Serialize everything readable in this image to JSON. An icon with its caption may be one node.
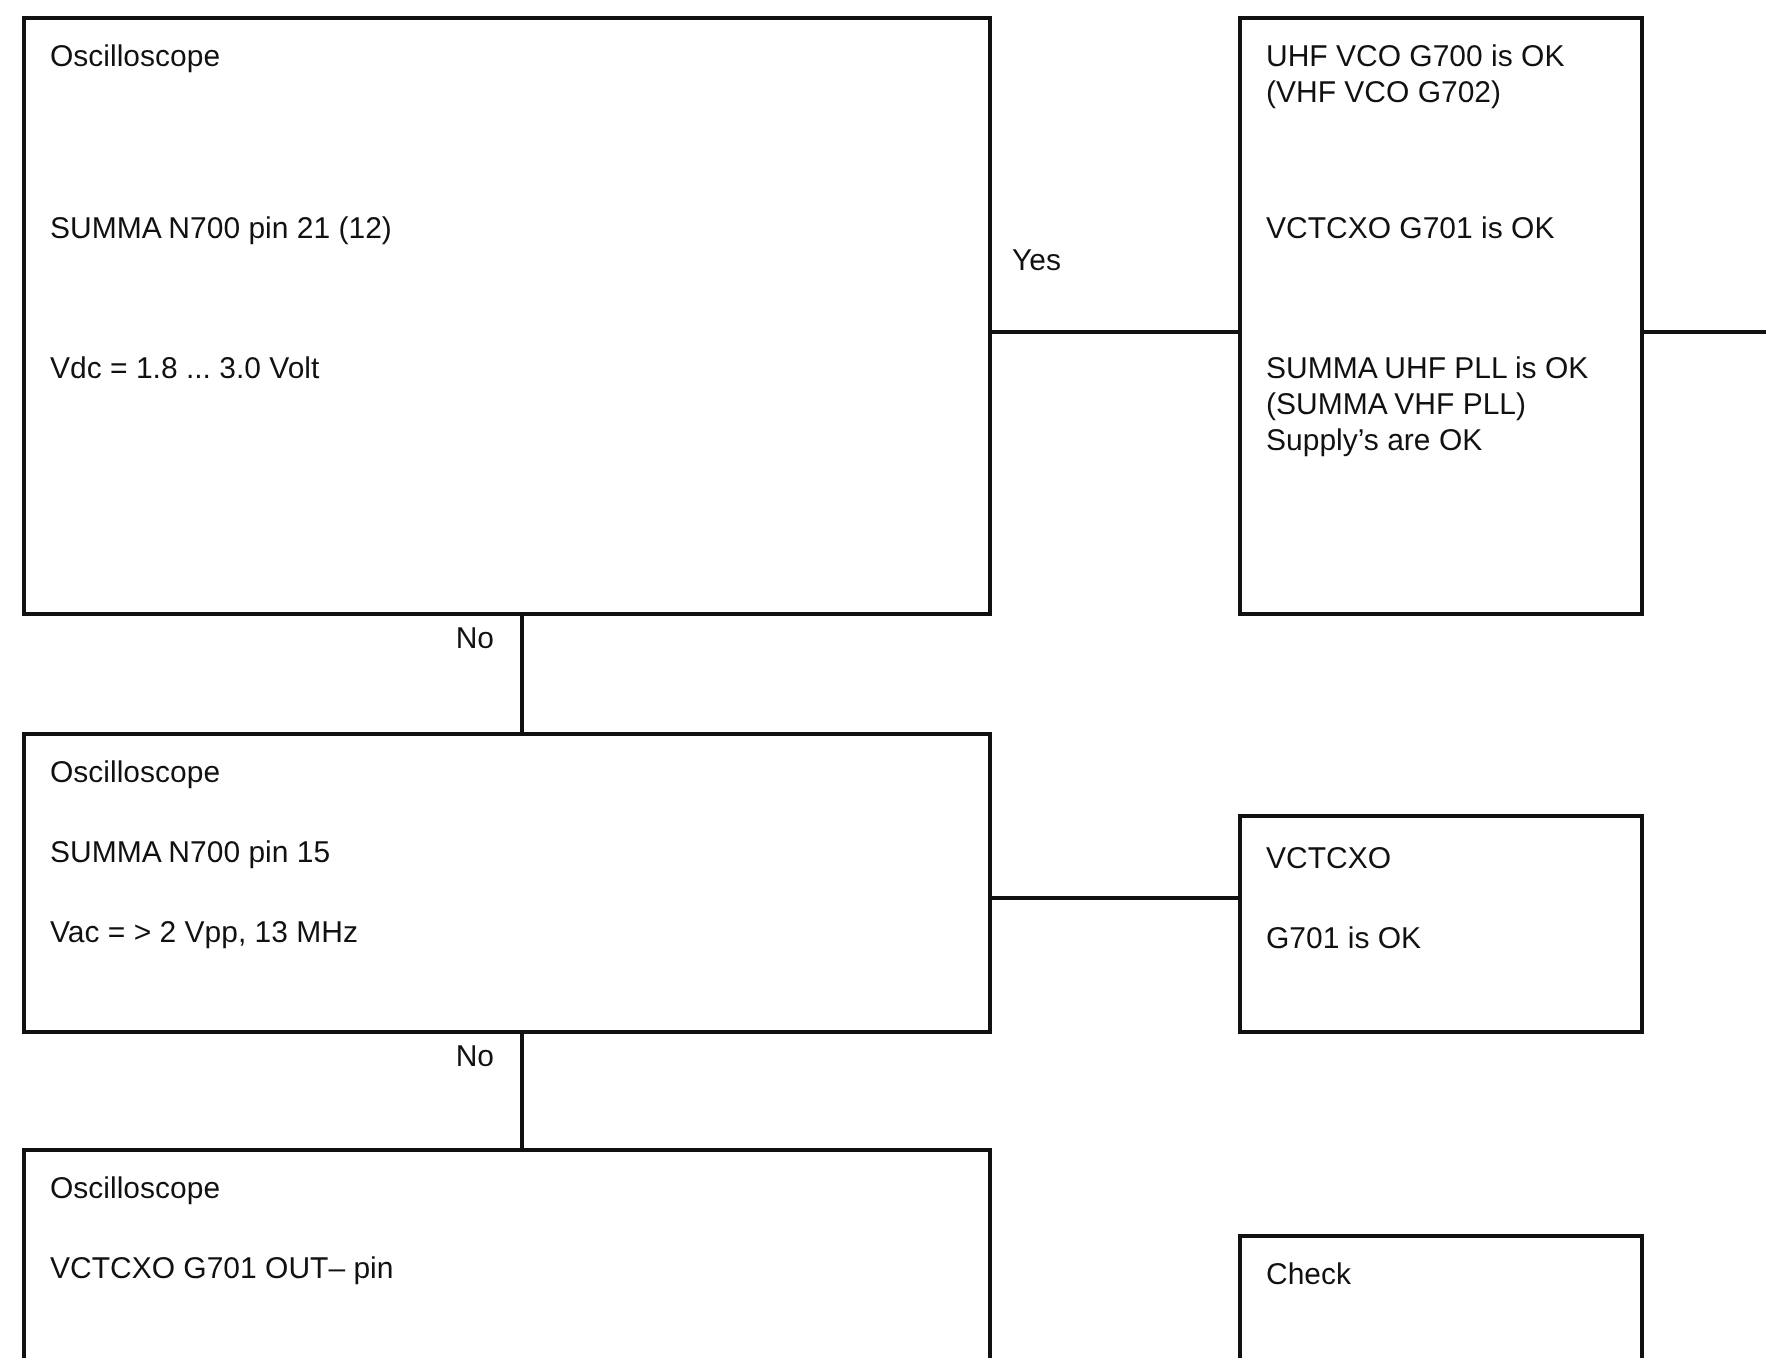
{
  "diagram": {
    "nodes": [
      {
        "text": [
          "Oscilloscope",
          "SUMMA N700 pin 21 (12)",
          "Vdc = 1.8 ... 3.0 Volt"
        ]
      },
      {
        "text": [
          "UHF VCO G700 is OK (VHF VCO G702)",
          "VCTCXO G701 is OK",
          "SUMMA UHF PLL is OK (SUMMA VHF PLL) Supply’s are OK"
        ]
      },
      {
        "text": [
          "Oscilloscope",
          "SUMMA N700 pin 15",
          "Vac = > 2 Vpp, 13 MHz"
        ]
      },
      {
        "text": [
          "VCTCXO",
          "G701 is OK"
        ]
      },
      {
        "text": [
          "Oscilloscope",
          "VCTCXO G701 OUT– pin"
        ]
      },
      {
        "text": [
          "Check"
        ]
      }
    ],
    "edges": [
      {
        "from": 0,
        "to": 1,
        "arrow": "none",
        "label": "Yes"
      },
      {
        "from": 1,
        "to": null,
        "arrow": "none"
      },
      {
        "from": 0,
        "to": 2,
        "arrow": "none",
        "label": "No"
      },
      {
        "from": 2,
        "to": 3,
        "arrow": "none"
      },
      {
        "from": 2,
        "to": 4,
        "arrow": "none",
        "label": "No"
      }
    ]
  }
}
